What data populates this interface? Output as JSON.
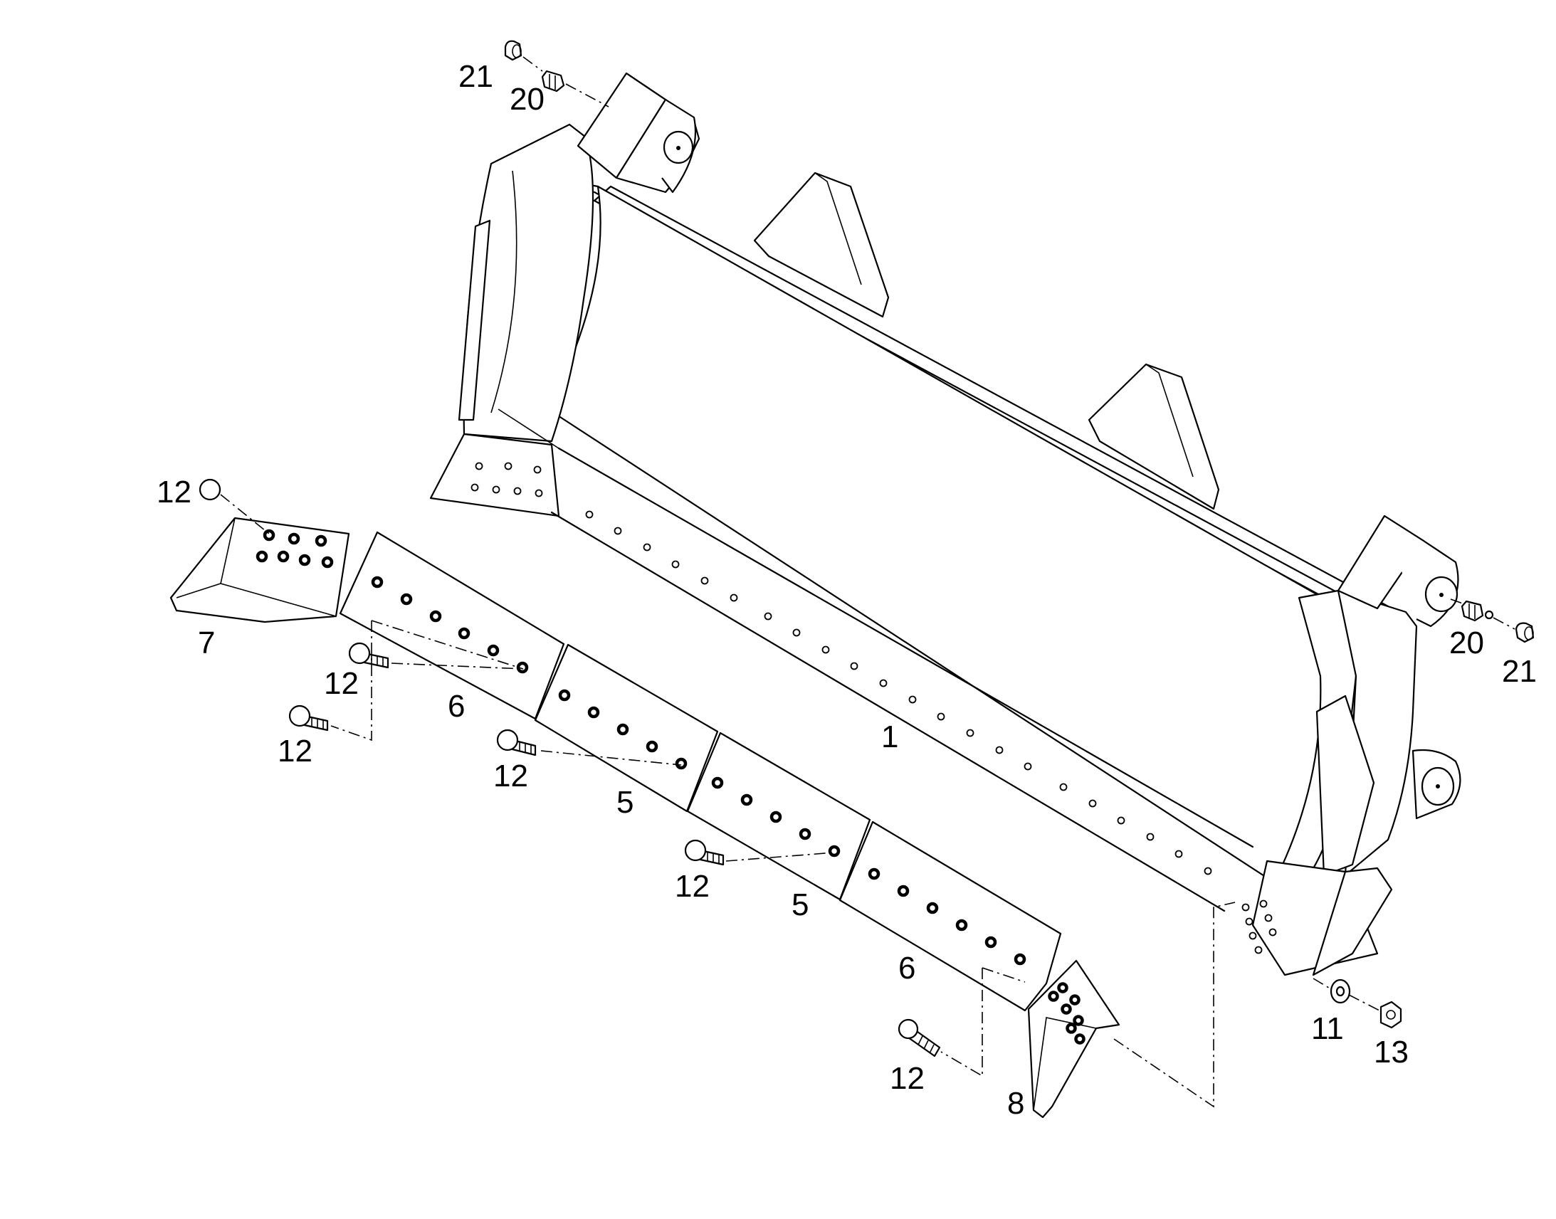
{
  "diagram": {
    "type": "exploded parts diagram",
    "callouts": {
      "main_blade": "1",
      "cutting_edge_center_a": "5",
      "cutting_edge_center_b": "5",
      "cutting_edge_end_left": "6",
      "cutting_edge_end_right": "6",
      "end_bit_left": "7",
      "end_bit_right": "8",
      "washer": "11",
      "bolt_end_bit_left": "12",
      "bolt_edge_left_a": "12",
      "bolt_edge_left_b": "12",
      "bolt_edge_center_a": "12",
      "bolt_edge_center_b": "12",
      "bolt_edge_right": "12",
      "nut": "13",
      "fitting_left": "20",
      "fitting_right": "20",
      "cap_left": "21",
      "cap_right": "21"
    }
  }
}
